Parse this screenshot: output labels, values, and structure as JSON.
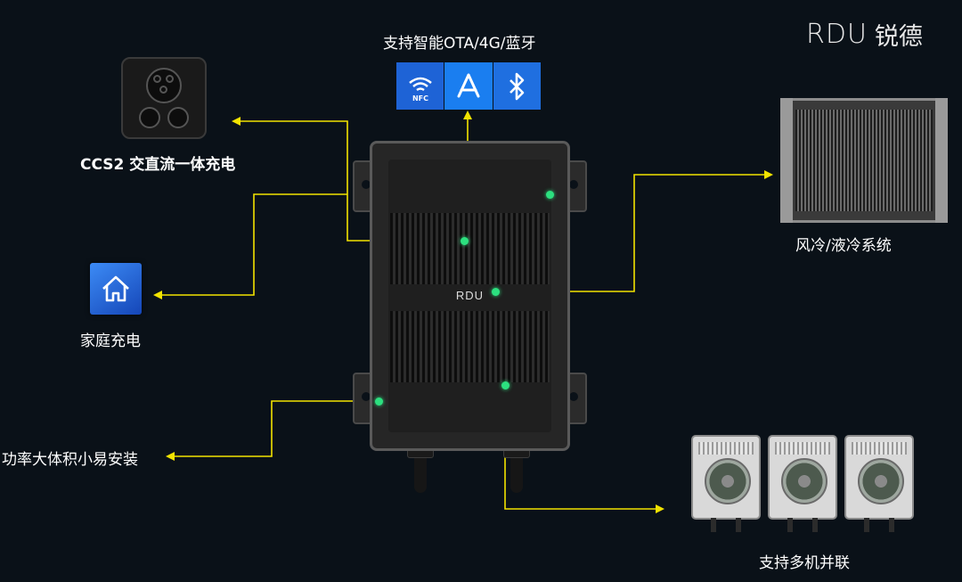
{
  "brand": {
    "mark": "RDU",
    "name_cn": "锐德"
  },
  "features": {
    "connectivity": "支持智能OTA/4G/蓝牙",
    "ccs2": "CCS2 交直流一体充电",
    "home": "家庭充电",
    "install": "功率大体积小易安装",
    "cooling": "风冷/液冷系统",
    "parallel": "支持多机并联"
  },
  "icons": [
    {
      "name": "nfc-wifi-icon",
      "text": "NFC"
    },
    {
      "name": "app-store-icon",
      "text": ""
    },
    {
      "name": "bluetooth-icon",
      "text": ""
    }
  ],
  "device": {
    "logo": "RDU"
  },
  "colors": {
    "background": "#0a1118",
    "connector_line": "#f2e300",
    "dot": "#2ce07f",
    "icon_blue": "#1a7ef0"
  }
}
